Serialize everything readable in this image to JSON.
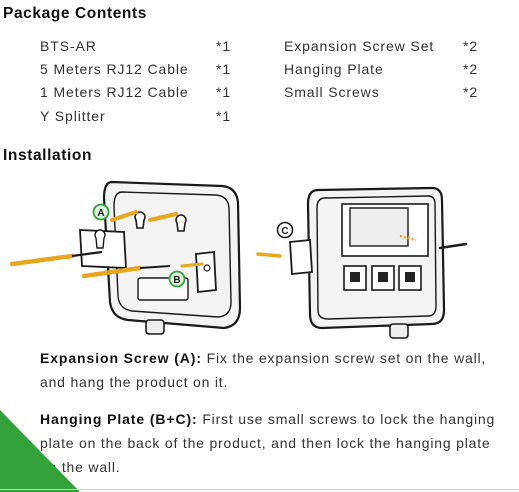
{
  "package": {
    "title": "Package Contents",
    "items": [
      {
        "name": "BTS-AR",
        "qty": "*1"
      },
      {
        "name": "5 Meters RJ12 Cable",
        "qty": "*1"
      },
      {
        "name": "1 Meters RJ12 Cable",
        "qty": "*1"
      },
      {
        "name": "Y Splitter",
        "qty": "*1"
      },
      {
        "name": "Expansion Screw Set",
        "qty": "*2"
      },
      {
        "name": "Hanging Plate",
        "qty": "*2"
      },
      {
        "name": "Small Screws",
        "qty": "*2"
      }
    ]
  },
  "installation": {
    "title": "Installation",
    "callouts": {
      "a": "A",
      "b": "B",
      "c": "C"
    },
    "expansion": {
      "label": "Expansion Screw (A):",
      "text": "Fix the expansion screw set on the wall, and hang the product on it."
    },
    "hanging": {
      "label": "Hanging Plate (B+C):",
      "text": "First use small screws to lock the hanging plate on the back of the product, and then lock the hanging plate on the wall."
    }
  },
  "colors": {
    "accent": "#33a23b",
    "screw": "#e8a61c"
  }
}
